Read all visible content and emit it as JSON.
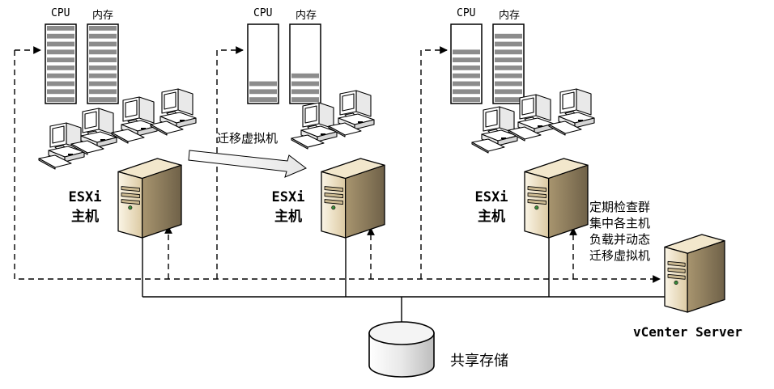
{
  "hosts": [
    {
      "label_line1": "ESXi",
      "label_line2": "主机",
      "cpu_label": "CPU",
      "mem_label": "内存",
      "cpu_level": 1.0,
      "mem_level": 1.0
    },
    {
      "label_line1": "ESXi",
      "label_line2": "主机",
      "cpu_label": "CPU",
      "mem_label": "内存",
      "cpu_level": 0.3,
      "mem_level": 0.4
    },
    {
      "label_line1": "ESXi",
      "label_line2": "主机",
      "cpu_label": "CPU",
      "mem_label": "内存",
      "cpu_level": 0.65,
      "mem_level": 0.85
    }
  ],
  "migrate_label": "迁移虚拟机",
  "vcenter": {
    "label": "vCenter Server",
    "note_lines": [
      "定期检查群",
      "集中各主机",
      "负载并动态",
      "迁移虚拟机"
    ]
  },
  "storage": {
    "label": "共享存储"
  },
  "colors": {
    "server_light": "#f5ecd6",
    "server_mid": "#d9c8a3",
    "server_dark": "#8a7a5c",
    "meter_bar": "#8c8c8c",
    "line": "#000000"
  }
}
